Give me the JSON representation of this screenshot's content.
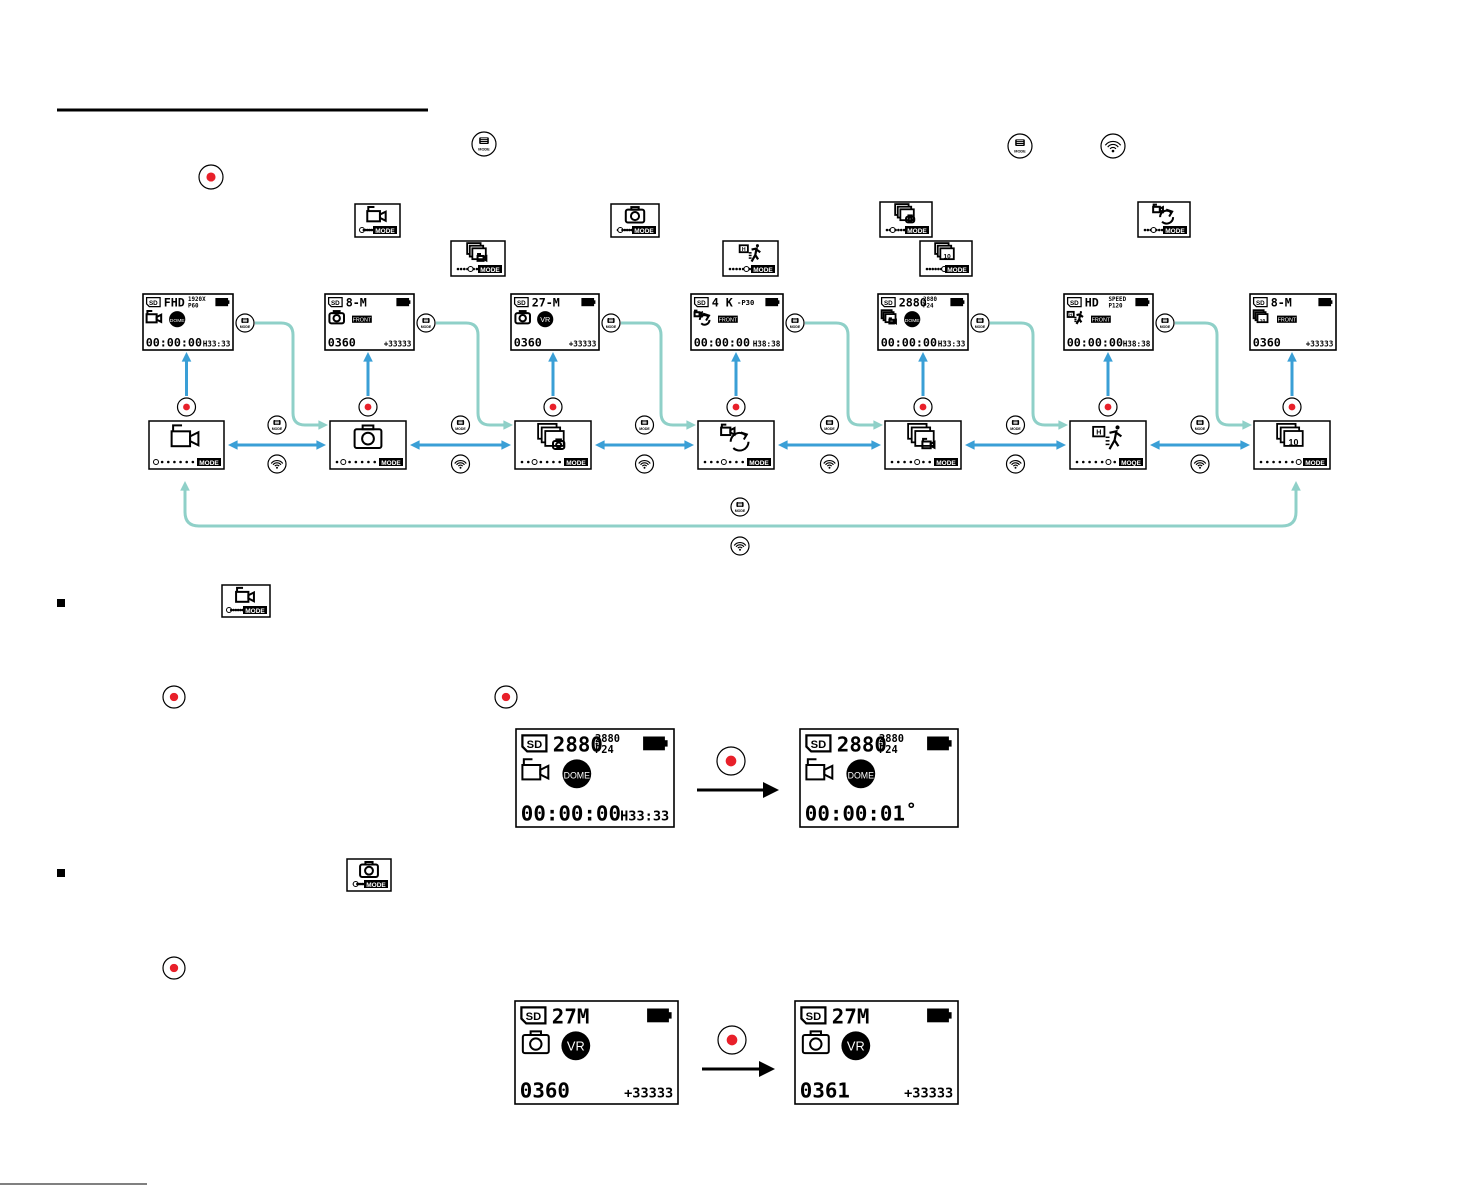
{
  "buttons": {
    "mode_label": "MODE",
    "mode_label_alt": "MOQE"
  },
  "colors": {
    "record": "#e8202a",
    "arrow_blue": "#3a9fd6",
    "arrow_teal": "#8fd0c8",
    "lcd_border": "#000000"
  },
  "icons": [
    "mode-button-icon",
    "wifi-button-icon",
    "record-button-icon",
    "video-camera-icon",
    "photo-camera-icon",
    "burst-photo-icon",
    "loop-video-icon",
    "multi-video-icon",
    "slow-motion-icon",
    "time-lapse-icon",
    "battery-icon",
    "sd-card-icon"
  ],
  "small_screens": [
    {
      "res": "FHD",
      "sub": "1920X\nP60",
      "badge": "DOME",
      "counter": "00:00:00",
      "remain": "H33:33"
    },
    {
      "res": "8",
      "unit": "M",
      "badge": "FRONT",
      "counter": "0360",
      "remain": "+33333"
    },
    {
      "res": "27",
      "unit": "M",
      "badge": "VR",
      "counter": "0360",
      "remain": "+33333"
    },
    {
      "res": "4 K",
      "sub": "-P30",
      "badge": "FRONT",
      "counter": "00:00:00",
      "remain": "H38:38"
    },
    {
      "res": "2880",
      "sub": "2880\nP24",
      "badge": "DOME",
      "counter": "00:00:00",
      "remain": "H33:33"
    },
    {
      "res": "HD",
      "sub": "SPEED\nP120",
      "badge": "FRONT",
      "counter": "00:00:00",
      "remain": "H38:38"
    },
    {
      "res": "8",
      "unit": "M",
      "badge": "FRONT",
      "counter": "0360",
      "remain": "+33333"
    }
  ],
  "video_example": {
    "sd": "SD",
    "res": "2880",
    "sub_top": "2880",
    "sub_bottom": "P24",
    "badge": "DOME",
    "before_counter": "00:00:00",
    "before_remain": "H33:33",
    "after_counter": "00:00:01"
  },
  "photo_example": {
    "sd": "SD",
    "res": "27M",
    "badge": "VR",
    "before_counter": "0360",
    "before_remain": "+33333",
    "after_counter": "0361",
    "after_remain": "+33333"
  },
  "mode_icon_inner": {
    "time_lapse": "10",
    "slow_motion": "H"
  }
}
